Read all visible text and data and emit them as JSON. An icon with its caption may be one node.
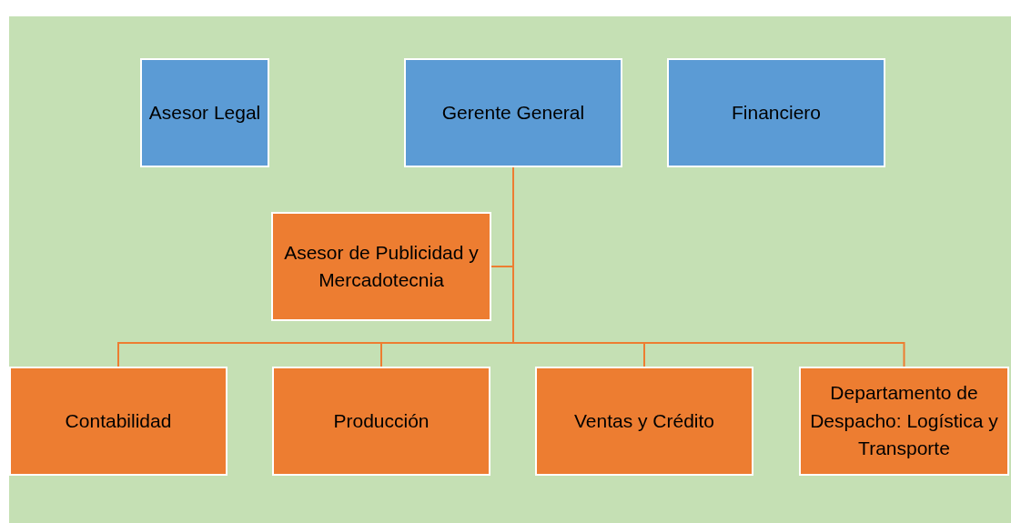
{
  "diagram": {
    "nodes": [
      {
        "text": [
          "Asesor Legal"
        ]
      },
      {
        "text": [
          "Gerente General"
        ]
      },
      {
        "text": [
          "Financiero"
        ]
      },
      {
        "text": [
          "Asesor de Publicidad y Mercadotecnia"
        ]
      },
      {
        "text": [
          "Contabilidad"
        ]
      },
      {
        "text": [
          "Producción"
        ]
      },
      {
        "text": [
          "Ventas y Crédito"
        ]
      },
      {
        "text": [
          "Departamento de Despacho: Logística y Transporte"
        ]
      }
    ],
    "edges": [
      {
        "from": 1,
        "to": 3,
        "arrow": "none"
      },
      {
        "from": 1,
        "to": 4,
        "arrow": "none"
      },
      {
        "from": 1,
        "to": 5,
        "arrow": "none"
      },
      {
        "from": 1,
        "to": 6,
        "arrow": "none"
      },
      {
        "from": 1,
        "to": 7,
        "arrow": "none"
      }
    ]
  }
}
